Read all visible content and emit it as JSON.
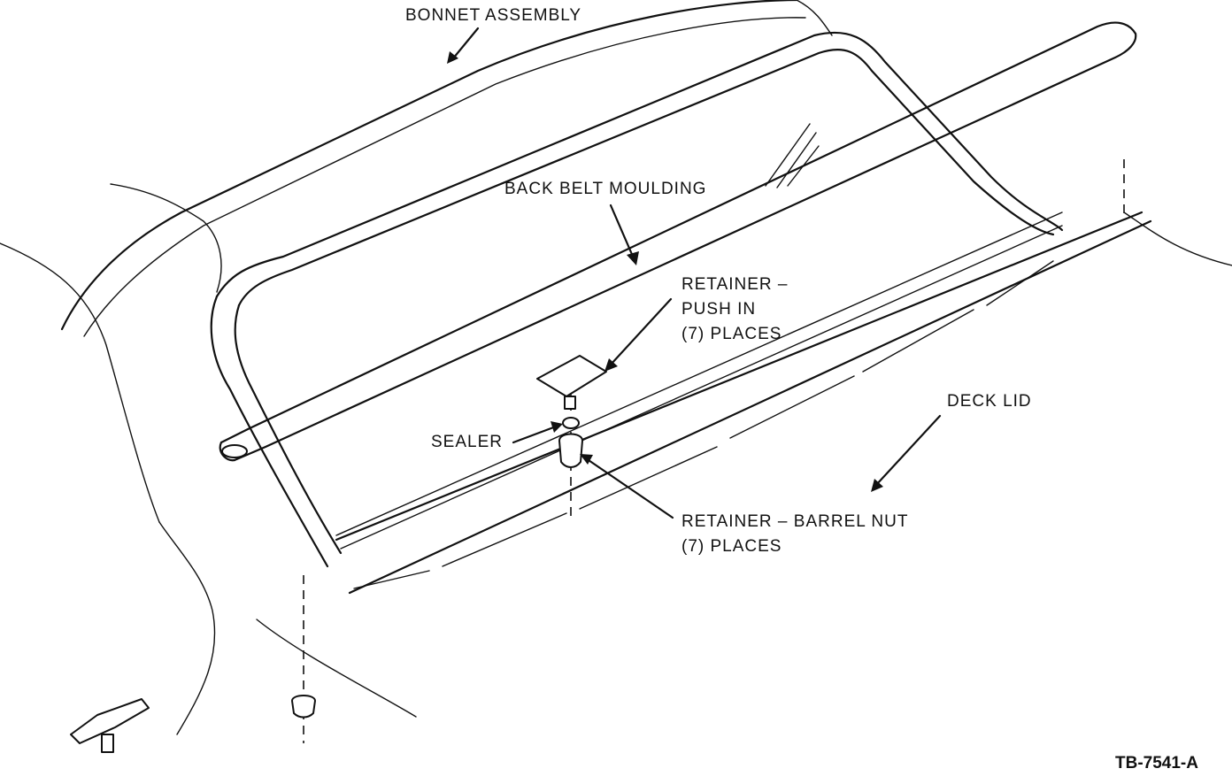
{
  "labels": {
    "bonnet_assembly": "BONNET ASSEMBLY",
    "back_belt_moulding": "BACK BELT MOULDING",
    "retainer_push_in_line1": "RETAINER –",
    "retainer_push_in_line2": "PUSH IN",
    "retainer_push_in_line3": "(7) PLACES",
    "sealer": "SEALER",
    "deck_lid": "DECK LID",
    "retainer_barrel_nut_line1": "RETAINER – BARREL NUT",
    "retainer_barrel_nut_line2": "(7) PLACES"
  },
  "figure_id": "TB-7541-A"
}
